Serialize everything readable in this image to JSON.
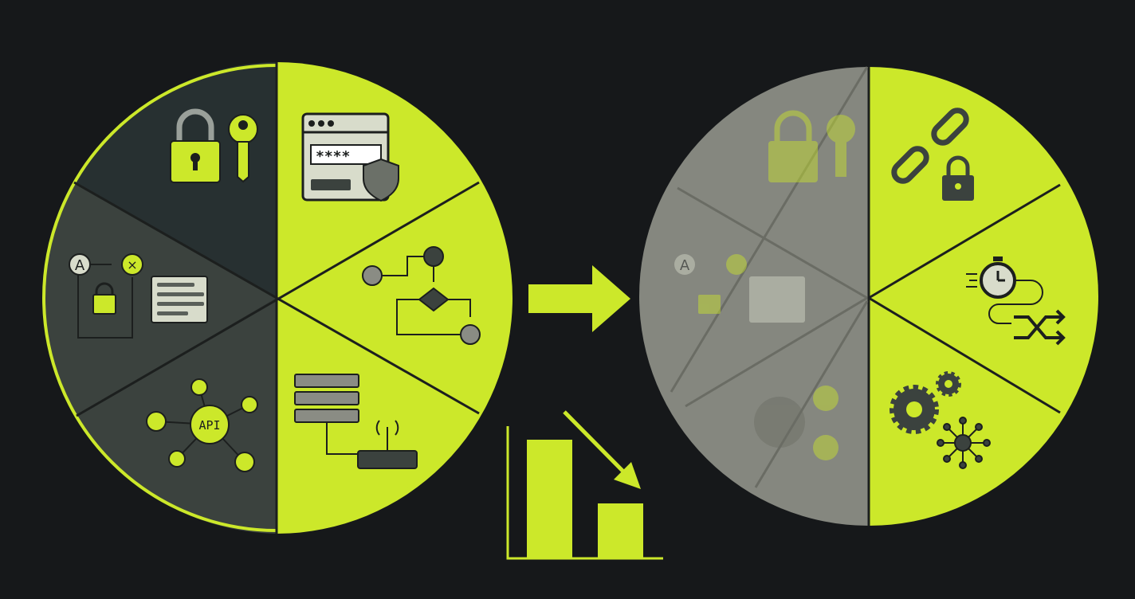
{
  "colors": {
    "background": "#16181a",
    "accent": "#cce82a",
    "dark_slice": "#2a3233",
    "mid_slice": "#3e4540",
    "faded": "#8a8c84",
    "ink": "#1c1f1e"
  },
  "left_circle": {
    "password_field_mask": "****",
    "auth_node_label": "A",
    "api_hub_label": "API"
  },
  "right_circle": {
    "faded_auth_node_label": "A"
  },
  "icons": [
    "padlock-icon",
    "key-icon",
    "login-window-icon",
    "shield-check-icon",
    "flowchart-icon",
    "auth-flow-icon",
    "chat-bubble-icon",
    "api-network-icon",
    "server-rack-icon",
    "router-icon",
    "arrow-right-icon",
    "declining-bar-chart-icon",
    "broken-chain-icon",
    "stopwatch-icon",
    "shuffle-icon",
    "gears-icon",
    "network-node-icon"
  ]
}
